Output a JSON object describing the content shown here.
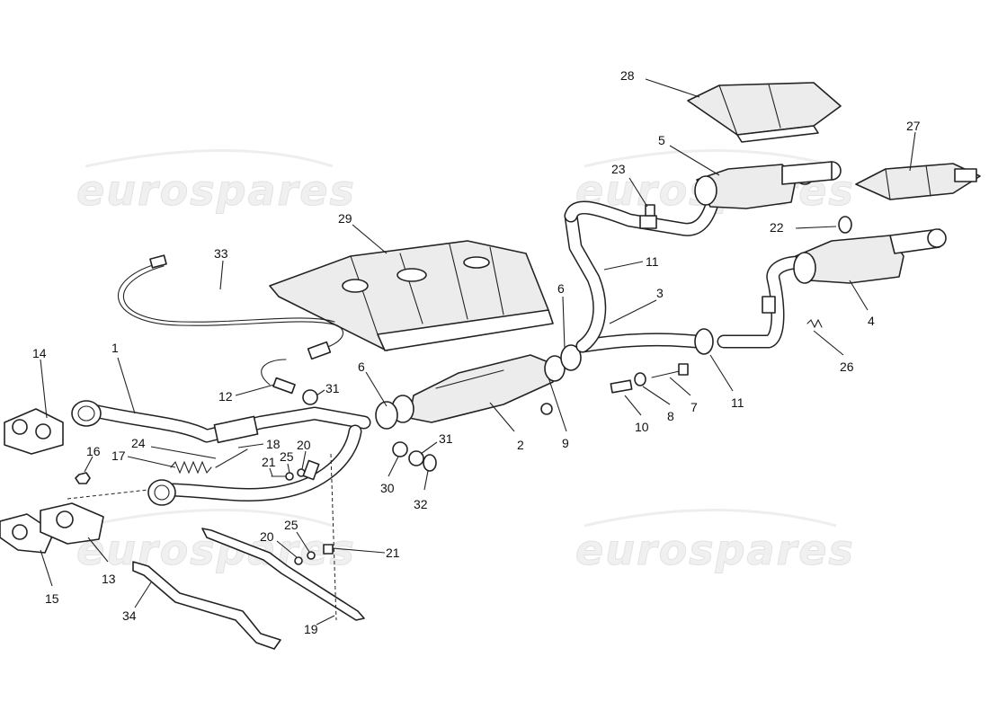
{
  "watermark": {
    "text": "eurospares"
  },
  "callouts": [
    {
      "id": "1",
      "label": "1"
    },
    {
      "id": "2",
      "label": "2"
    },
    {
      "id": "3",
      "label": "3"
    },
    {
      "id": "4",
      "label": "4"
    },
    {
      "id": "5",
      "label": "5"
    },
    {
      "id": "6a",
      "label": "6"
    },
    {
      "id": "6b",
      "label": "6"
    },
    {
      "id": "7",
      "label": "7"
    },
    {
      "id": "8",
      "label": "8"
    },
    {
      "id": "9",
      "label": "9"
    },
    {
      "id": "10",
      "label": "10"
    },
    {
      "id": "11a",
      "label": "11"
    },
    {
      "id": "11b",
      "label": "11"
    },
    {
      "id": "12",
      "label": "12"
    },
    {
      "id": "13",
      "label": "13"
    },
    {
      "id": "14",
      "label": "14"
    },
    {
      "id": "15",
      "label": "15"
    },
    {
      "id": "16",
      "label": "16"
    },
    {
      "id": "17",
      "label": "17"
    },
    {
      "id": "18",
      "label": "18"
    },
    {
      "id": "19",
      "label": "19"
    },
    {
      "id": "20a",
      "label": "20"
    },
    {
      "id": "20b",
      "label": "20"
    },
    {
      "id": "21a",
      "label": "21"
    },
    {
      "id": "21b",
      "label": "21"
    },
    {
      "id": "22",
      "label": "22"
    },
    {
      "id": "23",
      "label": "23"
    },
    {
      "id": "24",
      "label": "24"
    },
    {
      "id": "25a",
      "label": "25"
    },
    {
      "id": "25b",
      "label": "25"
    },
    {
      "id": "26",
      "label": "26"
    },
    {
      "id": "27",
      "label": "27"
    },
    {
      "id": "28",
      "label": "28"
    },
    {
      "id": "29",
      "label": "29"
    },
    {
      "id": "30",
      "label": "30"
    },
    {
      "id": "31a",
      "label": "31"
    },
    {
      "id": "31b",
      "label": "31"
    },
    {
      "id": "32",
      "label": "32"
    },
    {
      "id": "33",
      "label": "33"
    },
    {
      "id": "34",
      "label": "34"
    }
  ]
}
